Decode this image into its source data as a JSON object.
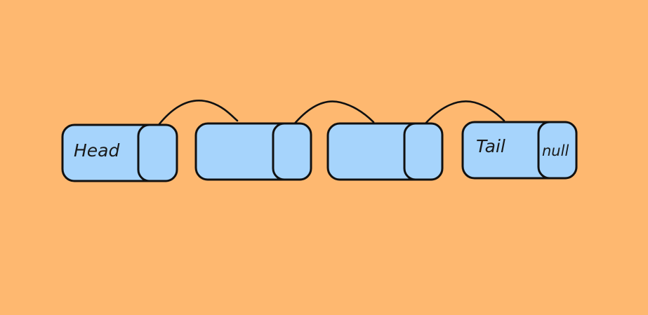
{
  "diagram": {
    "type": "linked-list",
    "colors": {
      "background": "#FEB870",
      "node_fill": "#A6D4FC",
      "outline": "#111111"
    },
    "nodes": [
      {
        "label": "Head",
        "pointer_label": ""
      },
      {
        "label": "",
        "pointer_label": ""
      },
      {
        "label": "",
        "pointer_label": ""
      },
      {
        "label": "Tail",
        "pointer_label": "null"
      }
    ],
    "links": [
      {
        "from": 0,
        "to": 1
      },
      {
        "from": 1,
        "to": 2
      },
      {
        "from": 2,
        "to": 3
      }
    ]
  }
}
